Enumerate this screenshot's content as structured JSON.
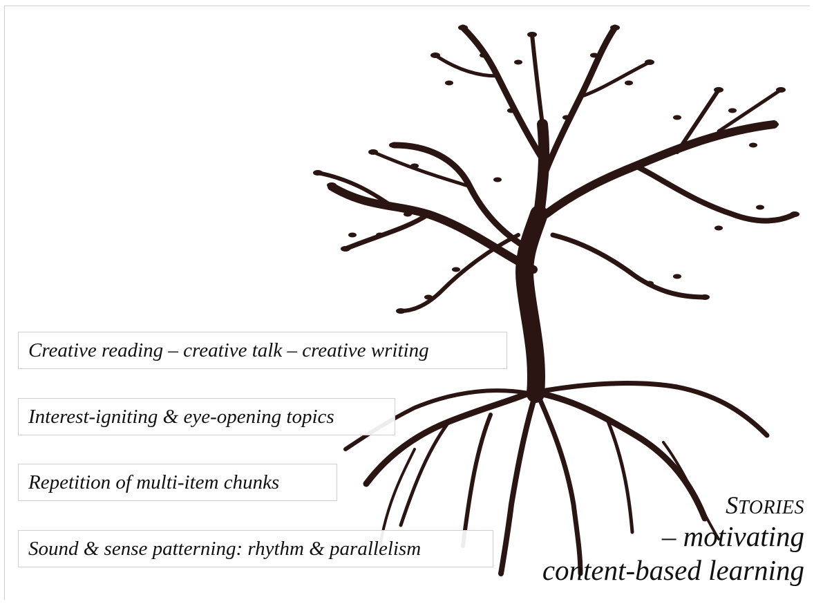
{
  "boxes": [
    {
      "text": "Creative reading – creative talk – creative writing"
    },
    {
      "text": "Interest-igniting & eye-opening topics"
    },
    {
      "text": "Repetition of multi-item chunks"
    },
    {
      "text": "Sound & sense patterning: rhythm & parallelism"
    }
  ],
  "stories": {
    "title_first": "S",
    "title_rest": "TORIES",
    "line2": "– motivating",
    "line3": "content-based learning"
  },
  "colors": {
    "tree": "#2a1512",
    "border": "#cfcfcf",
    "text": "#111111"
  },
  "icons": {
    "tree": "tree-illustration"
  }
}
